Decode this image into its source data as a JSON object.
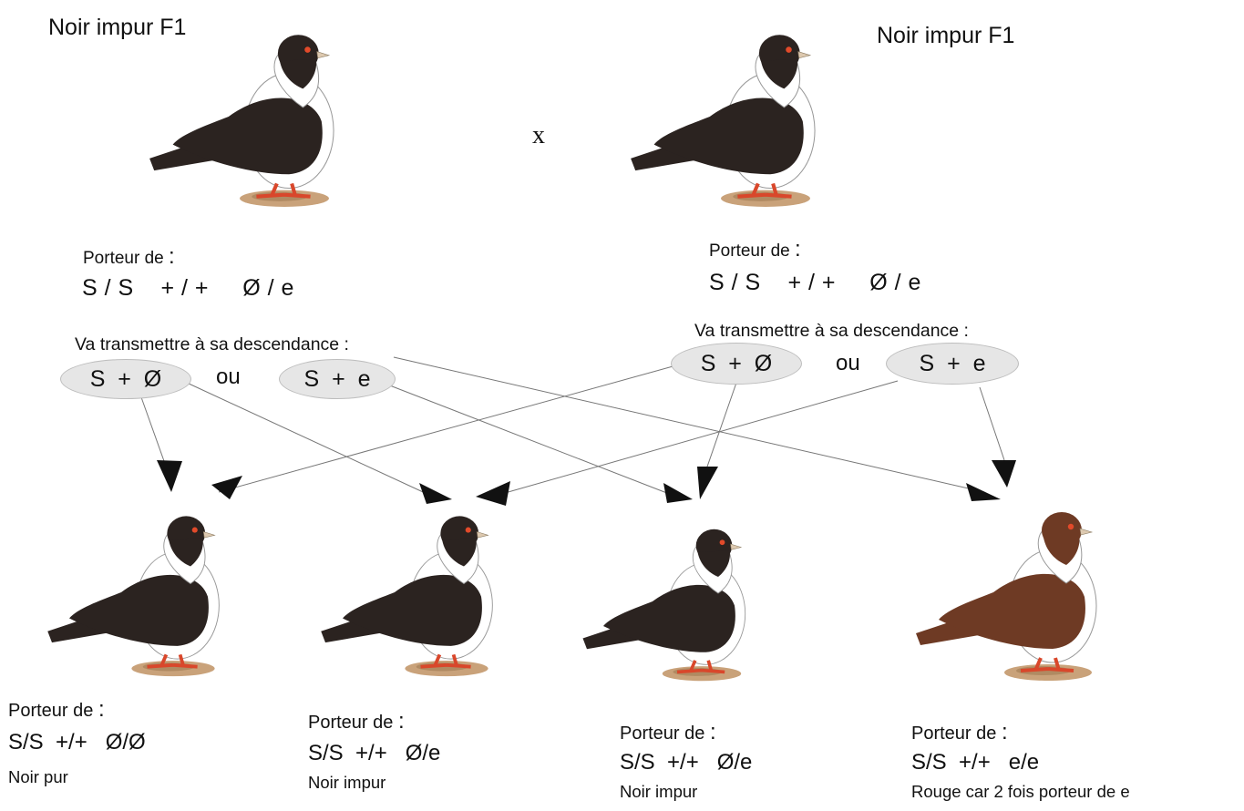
{
  "parents": [
    {
      "label": "Noir impur F1",
      "porteur_label": "Porteur de",
      "colon": ":",
      "genotype": "S / S    + / +     Ø / e",
      "transmit_label": "Va transmettre à sa descendance :",
      "gametes": [
        "S  +  Ø",
        "S  +  e"
      ],
      "ou": "ou"
    },
    {
      "label": "Noir impur F1",
      "porteur_label": "Porteur de",
      "colon": ":",
      "genotype": "S / S    + / +     Ø / e",
      "transmit_label": "Va transmettre à sa descendance :",
      "gametes": [
        "S  +  Ø",
        "S  +  e"
      ],
      "ou": "ou"
    }
  ],
  "cross_symbol": "x",
  "offspring": [
    {
      "porteur_label": "Porteur de",
      "colon": ":",
      "genotype": "S/S  +/+   Ø/Ø",
      "phenotype": "Noir pur",
      "plumage": "black"
    },
    {
      "porteur_label": "Porteur de",
      "colon": ":",
      "genotype": "S/S  +/+   Ø/e",
      "phenotype": "Noir impur",
      "plumage": "black"
    },
    {
      "porteur_label": "Porteur de",
      "colon": ":",
      "genotype": "S/S  +/+   Ø/e",
      "phenotype": "Noir impur",
      "plumage": "black"
    },
    {
      "porteur_label": "Porteur de",
      "colon": ":",
      "genotype": "S/S  +/+   e/e",
      "phenotype": "Rouge car 2 fois porteur de e",
      "plumage": "red"
    }
  ],
  "colors": {
    "black_plumage": "#2b2320",
    "red_plumage": "#6e3a24",
    "gamete_fill": "#e6e6e6",
    "leg": "#d9472b",
    "ground": "#c9a27a",
    "arrow": "#111111"
  }
}
